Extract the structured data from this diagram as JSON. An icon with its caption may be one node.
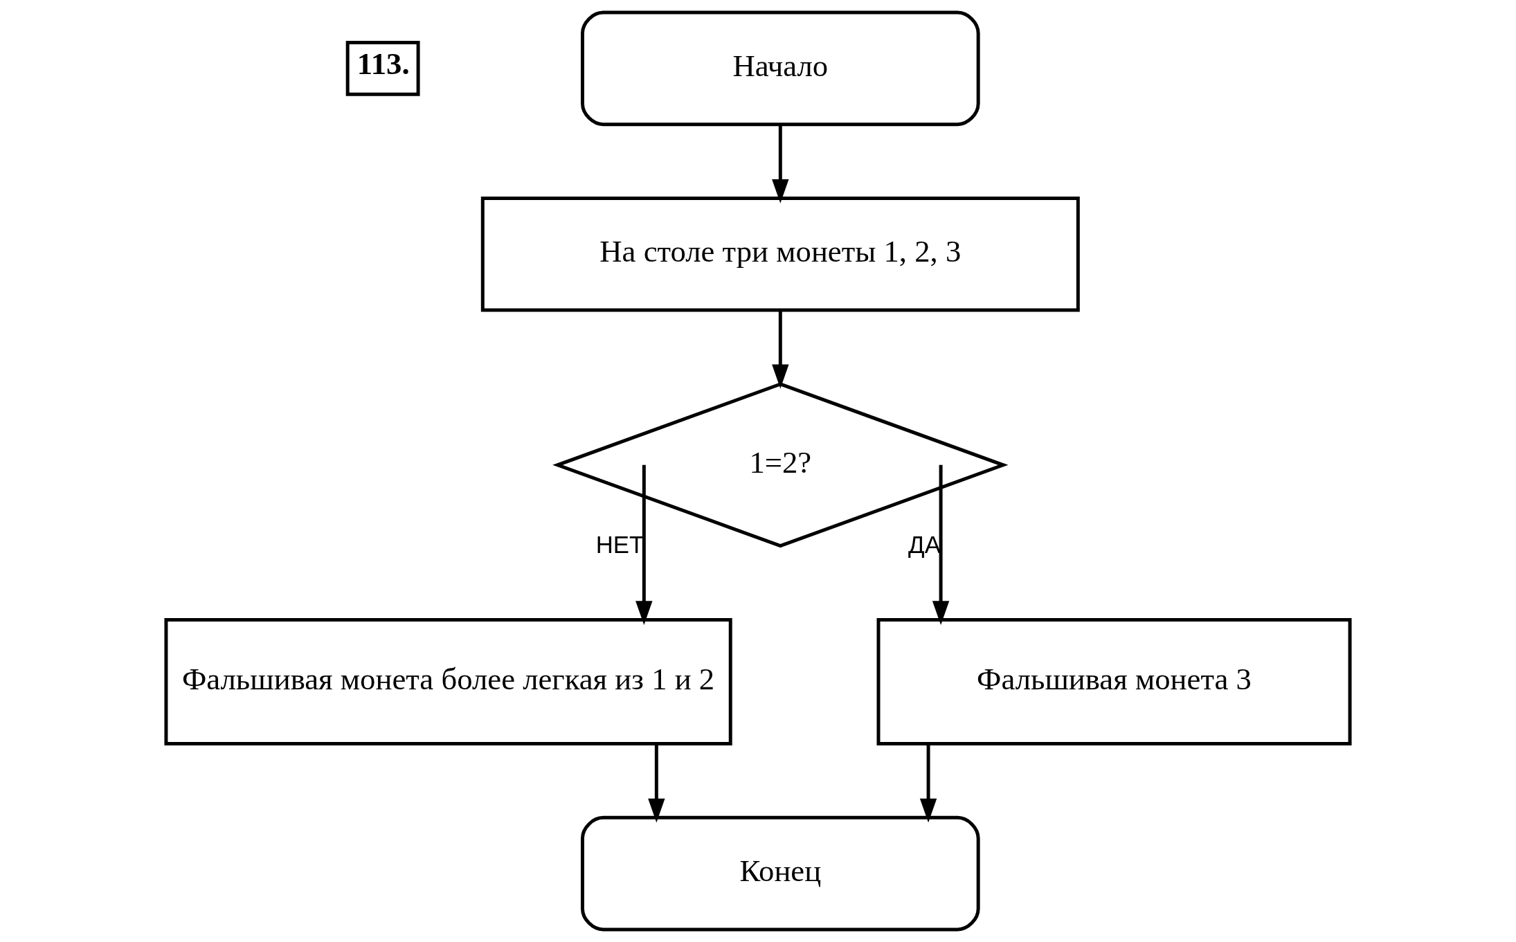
{
  "diagram": {
    "nodes": [
      {
        "text": [
          "Начало"
        ]
      },
      {
        "text": [
          "На столе три монеты 1, 2, 3"
        ]
      },
      {
        "text": [
          "1=2?"
        ]
      },
      {
        "text": [
          "Фальшивая монета более легкая из 1 и 2"
        ]
      },
      {
        "text": [
          "Фальшивая монета 3"
        ]
      },
      {
        "text": [
          "Конец"
        ]
      }
    ],
    "edges": [
      {
        "from": 0,
        "to": 1,
        "arrow": "to"
      },
      {
        "from": 1,
        "to": 2,
        "arrow": "to"
      },
      {
        "from": 2,
        "to": 3,
        "arrow": "to",
        "label": "НЕТ"
      },
      {
        "from": 2,
        "to": 4,
        "arrow": "to",
        "label": "ДА"
      },
      {
        "from": 3,
        "to": 5,
        "arrow": "to"
      },
      {
        "from": 4,
        "to": 5,
        "arrow": "to"
      }
    ],
    "labels": [
      "113."
    ]
  }
}
